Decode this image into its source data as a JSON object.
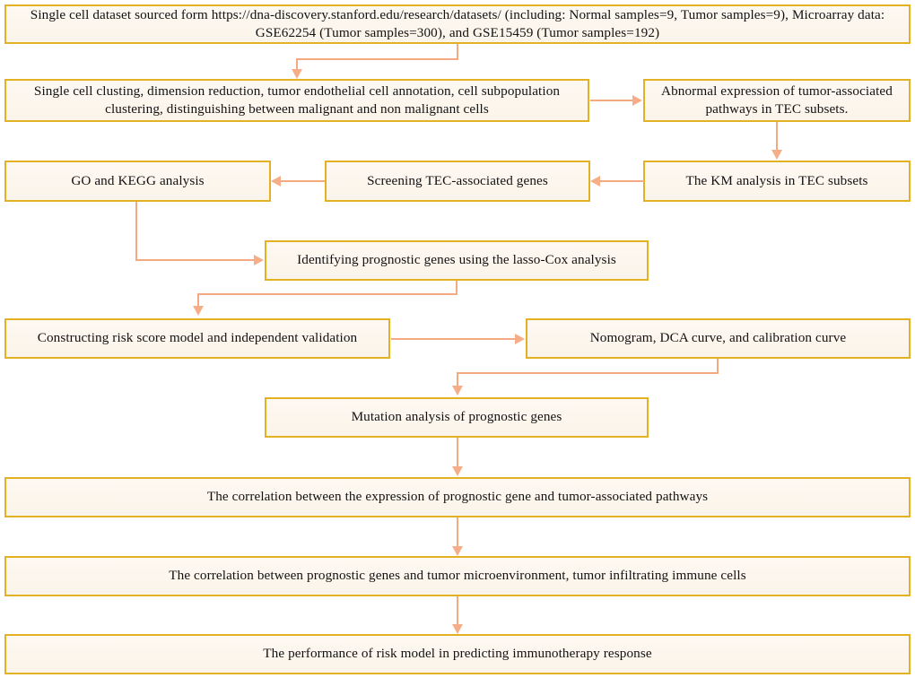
{
  "diagram": {
    "title": "Study design workflow flowchart",
    "colors": {
      "node_border": "#E3B224",
      "node_fill": "#FCF6EE",
      "connector": "#F4A983",
      "arrow": "#F6AE88",
      "text": "#121212",
      "background": "#FFFFFF"
    },
    "nodes": [
      {
        "id": "data-source",
        "label": "Single cell dataset sourced form https://dna-discovery.stanford.edu/research/datasets/ (including: Normal samples=9, Tumor samples=9), Microarray data: GSE62254 (Tumor samples=300), and GSE15459 (Tumor samples=192)"
      },
      {
        "id": "single-cell-clustering",
        "label": "Single cell clusting, dimension reduction, tumor endothelial cell annotation,  cell subpopulation clustering, distinguishing between malignant and non malignant cells"
      },
      {
        "id": "abnormal-expression",
        "label": "Abnormal expression of tumor-associated pathways in TEC subsets."
      },
      {
        "id": "km-analysis",
        "label": "The KM analysis in TEC subsets"
      },
      {
        "id": "screening-genes",
        "label": "Screening TEC-associated genes"
      },
      {
        "id": "go-kegg",
        "label": "GO and KEGG analysis"
      },
      {
        "id": "lasso-cox",
        "label": "Identifying prognostic  genes using the lasso-Cox analysis"
      },
      {
        "id": "risk-score-model",
        "label": "Constructing risk score model and independent validation"
      },
      {
        "id": "nomogram",
        "label": "Nomogram, DCA curve, and calibration curve"
      },
      {
        "id": "mutation-analysis",
        "label": "Mutation analysis of prognostic genes"
      },
      {
        "id": "correlation-pathways",
        "label": "The correlation between the expression of prognostic gene and tumor-associated pathways"
      },
      {
        "id": "correlation-tme",
        "label": "The correlation between prognostic genes and tumor microenvironment, tumor infiltrating immune cells"
      },
      {
        "id": "immunotherapy-response",
        "label": "The performance of risk model in predicting immunotherapy response"
      }
    ]
  }
}
